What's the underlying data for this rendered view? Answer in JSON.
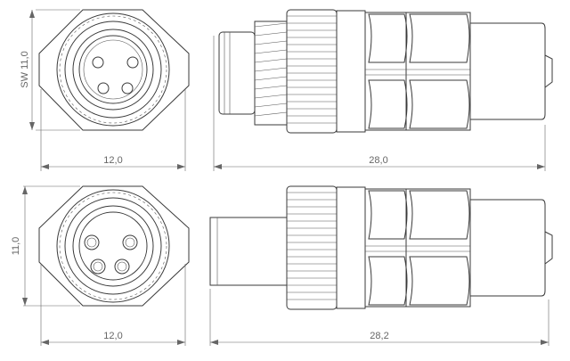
{
  "top_row": {
    "dim_vertical_label": "SW 11,0",
    "dim_front_width_label": "12,0",
    "dim_side_length_label": "28,0"
  },
  "bottom_row": {
    "dim_vertical_label": "11,0",
    "dim_front_width_label": "12,0",
    "dim_side_length_label": "28,2"
  },
  "colors": {
    "line": "#3a3a3a",
    "dimension": "#666666",
    "background": "#ffffff"
  }
}
